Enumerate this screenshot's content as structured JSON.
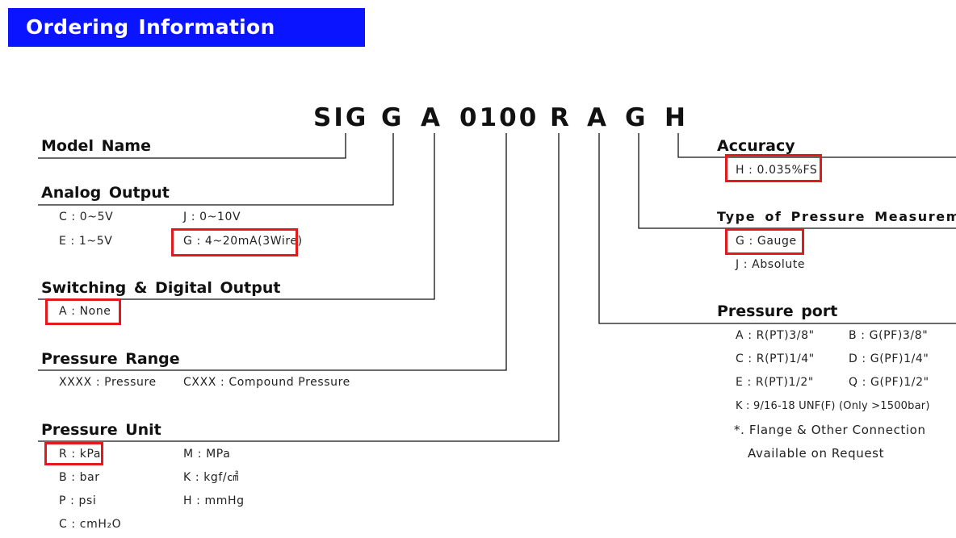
{
  "banner": {
    "title": "Ordering Information"
  },
  "code": [
    {
      "id": "model",
      "text": "SIG"
    },
    {
      "id": "analog",
      "text": "G"
    },
    {
      "id": "switching",
      "text": "A"
    },
    {
      "id": "range",
      "text": "0100"
    },
    {
      "id": "unit",
      "text": "R"
    },
    {
      "id": "port",
      "text": "A"
    },
    {
      "id": "type",
      "text": "G"
    },
    {
      "id": "accuracy",
      "text": "H"
    }
  ],
  "sections": {
    "model_name": {
      "title": "Model Name"
    },
    "analog_output": {
      "title": "Analog Output",
      "options": [
        "C : 0~5V",
        "J : 0~10V",
        "E : 1~5V",
        "G : 4~20mA(3Wire)"
      ],
      "selected": "G : 4~20mA(3Wire)"
    },
    "switching_output": {
      "title": "Switching & Digital Output",
      "options": [
        "A : None"
      ],
      "selected": "A : None"
    },
    "pressure_range": {
      "title": "Pressure Range",
      "options": [
        "XXXX : Pressure",
        "CXXX : Compound Pressure"
      ]
    },
    "pressure_unit": {
      "title": "Pressure Unit",
      "options": [
        "R : kPa",
        "M : MPa",
        "B : bar",
        "K : kgf/㎠",
        "P : psi",
        "H : mmHg",
        "C : cmH₂O"
      ],
      "selected": "R : kPa"
    },
    "accuracy": {
      "title": "Accuracy",
      "options": [
        "H : 0.035%FS"
      ],
      "selected": "H : 0.035%FS"
    },
    "measurement_type": {
      "title": "Type of Pressure Measurement",
      "options": [
        "G : Gauge",
        "J : Absolute"
      ],
      "selected": "G : Gauge"
    },
    "pressure_port": {
      "title": "Pressure port",
      "options": [
        "A : R(PT)3/8\"",
        "B : G(PF)3/8\"",
        "C : R(PT)1/4\"",
        "D : G(PF)1/4\"",
        "E : R(PT)1/2\"",
        "Q : G(PF)1/2\"",
        "K : 9/16-18 UNF(F) (Only >1500bar)"
      ],
      "note": [
        "*. Flange & Other Connection",
        "Available on Request"
      ]
    }
  },
  "colors": {
    "banner": "#0a14ff",
    "highlight": "#e31a1c",
    "text": "#111111"
  }
}
